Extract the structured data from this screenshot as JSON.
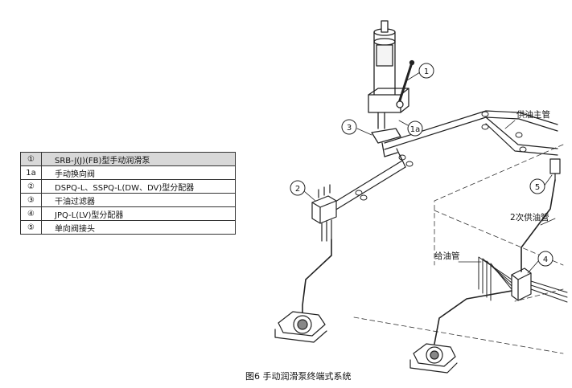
{
  "legend": [
    {
      "key": "①",
      "text": "SRB-J(J)(FB)型手动润滑泵"
    },
    {
      "key": "1a",
      "text": "手动换向阀"
    },
    {
      "key": "②",
      "text": "DSPQ-L、SSPQ-L(DW、DV)型分配器"
    },
    {
      "key": "③",
      "text": "干油过滤器"
    },
    {
      "key": "④",
      "text": "JPQ-L(LV)型分配器"
    },
    {
      "key": "⑤",
      "text": "单向阀接头"
    }
  ],
  "callouts": {
    "c1": "1",
    "c1a": "1a",
    "c2": "2",
    "c3": "3",
    "c4": "4",
    "c5": "5"
  },
  "labels": {
    "main_pipe": "供油主管",
    "secondary_pipe": "2次供油管",
    "feed_pipe": "给油管"
  },
  "caption": "图6 手动润滑泵终端式系统"
}
